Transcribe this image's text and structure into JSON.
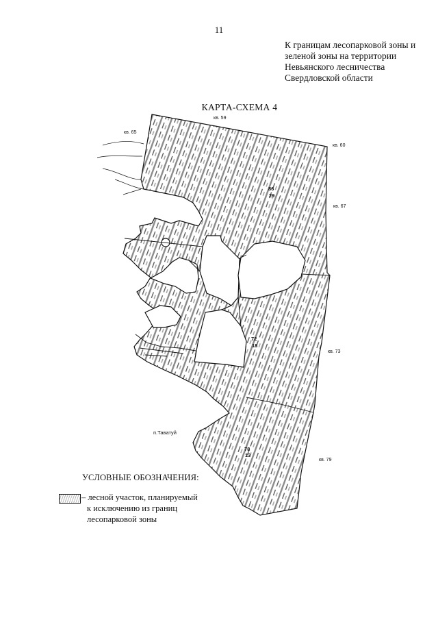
{
  "page": {
    "number": "11"
  },
  "header": {
    "lines": [
      "К границам лесопарковой зоны и",
      "зеленой зоны на территории",
      "Невьянского лесничества",
      "Свердловской области"
    ]
  },
  "map": {
    "title": "КАРТА-СХЕМА 4",
    "quarter_labels": {
      "kv59": "кв. 59",
      "kv65": "кв. 65",
      "kv60": "кв. 60",
      "kv67": "кв. 67",
      "kv73": "кв. 73",
      "kv79": "кв. 79"
    },
    "plot_labels": {
      "p1_num": "86",
      "p1_sub": "29",
      "p2_num": "72",
      "p2_sub": "18",
      "p3_num": "78",
      "p3_sub": "13"
    },
    "village": "п.Таватуй",
    "colors": {
      "hatch": "#7a7a7a",
      "outline": "#111111",
      "background": "#ffffff"
    }
  },
  "legend": {
    "title": "УСЛОВНЫЕ ОБОЗНАЧЕНИЯ:",
    "item_lines": [
      "– лесной участок, планируемый",
      "к исключению из границ",
      "лесопарковой зоны"
    ]
  }
}
